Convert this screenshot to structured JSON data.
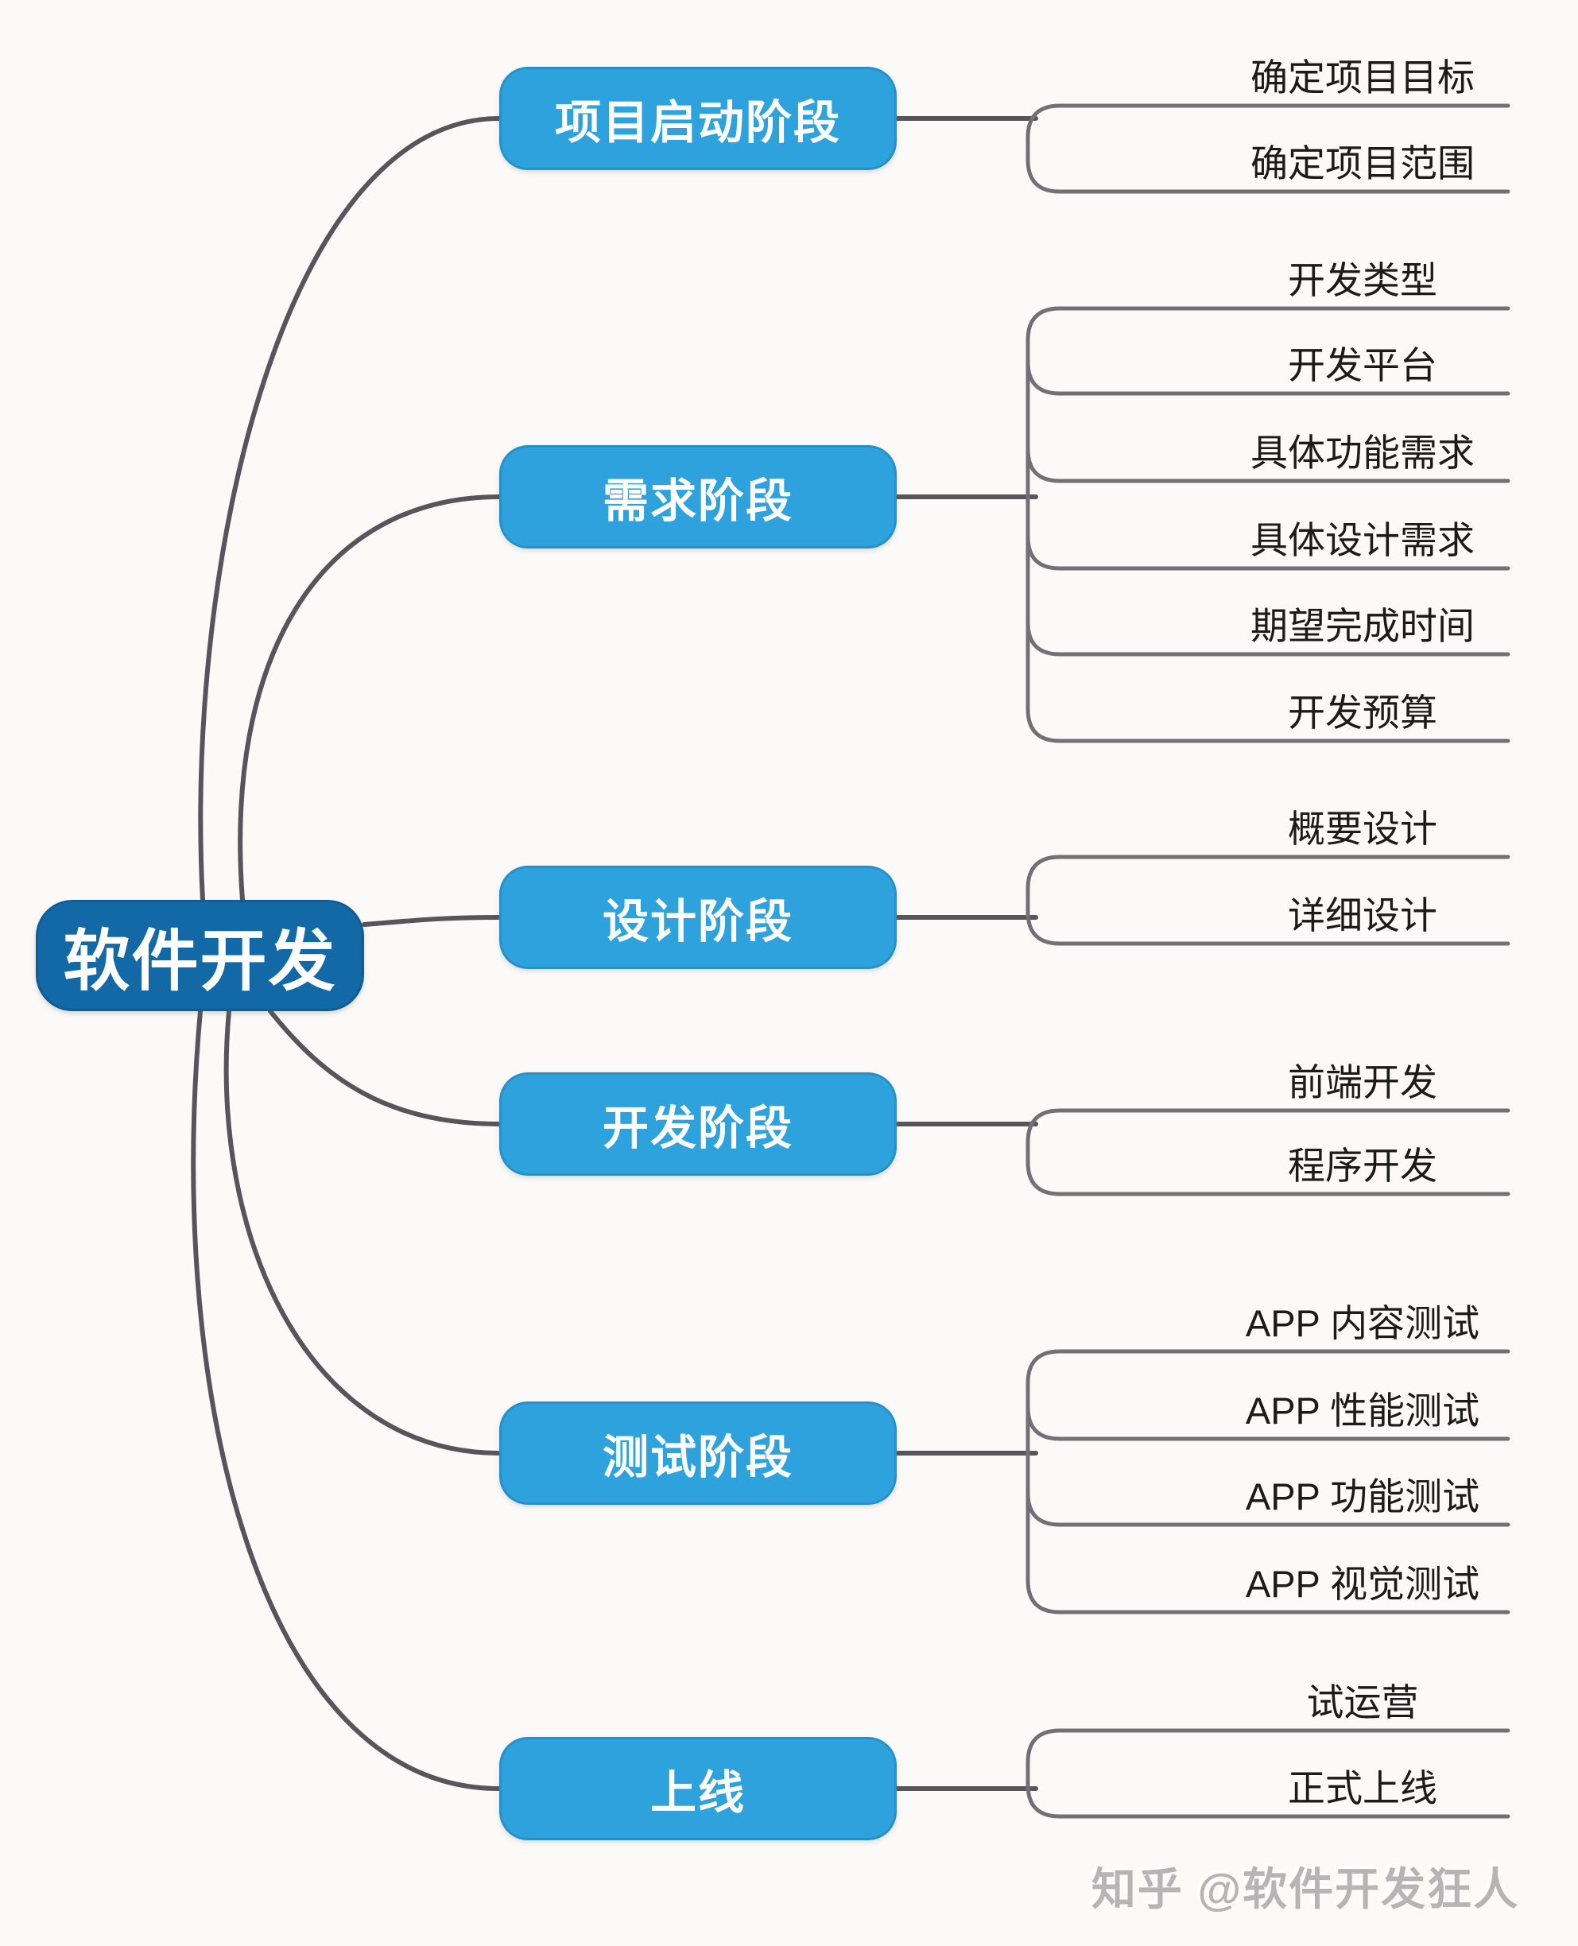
{
  "diagram": {
    "root": {
      "label": "软件开发"
    },
    "branches": [
      {
        "label": "项目启动阶段",
        "children": [
          "确定项目目标",
          "确定项目范围"
        ]
      },
      {
        "label": "需求阶段",
        "children": [
          "开发类型",
          "开发平台",
          "具体功能需求",
          "具体设计需求",
          "期望完成时间",
          "开发预算"
        ]
      },
      {
        "label": "设计阶段",
        "children": [
          "概要设计",
          "详细设计"
        ]
      },
      {
        "label": "开发阶段",
        "children": [
          "前端开发",
          "程序开发"
        ]
      },
      {
        "label": "测试阶段",
        "children": [
          "APP 内容测试",
          "APP 性能测试",
          "APP 功能测试",
          "APP 视觉测试"
        ]
      },
      {
        "label": "上线",
        "children": [
          "试运营",
          "正式上线"
        ]
      }
    ],
    "watermark": "知乎 @软件开发狂人",
    "colors": {
      "background": "#fbfaf8",
      "root_fill": "#1269a6",
      "branch_fill": "#2da2dc",
      "node_text": "#ffffff",
      "leaf_text": "#1b1b1b",
      "connector": "#57545a",
      "bracket": "#737075",
      "watermark": "#b6b4b4"
    }
  }
}
